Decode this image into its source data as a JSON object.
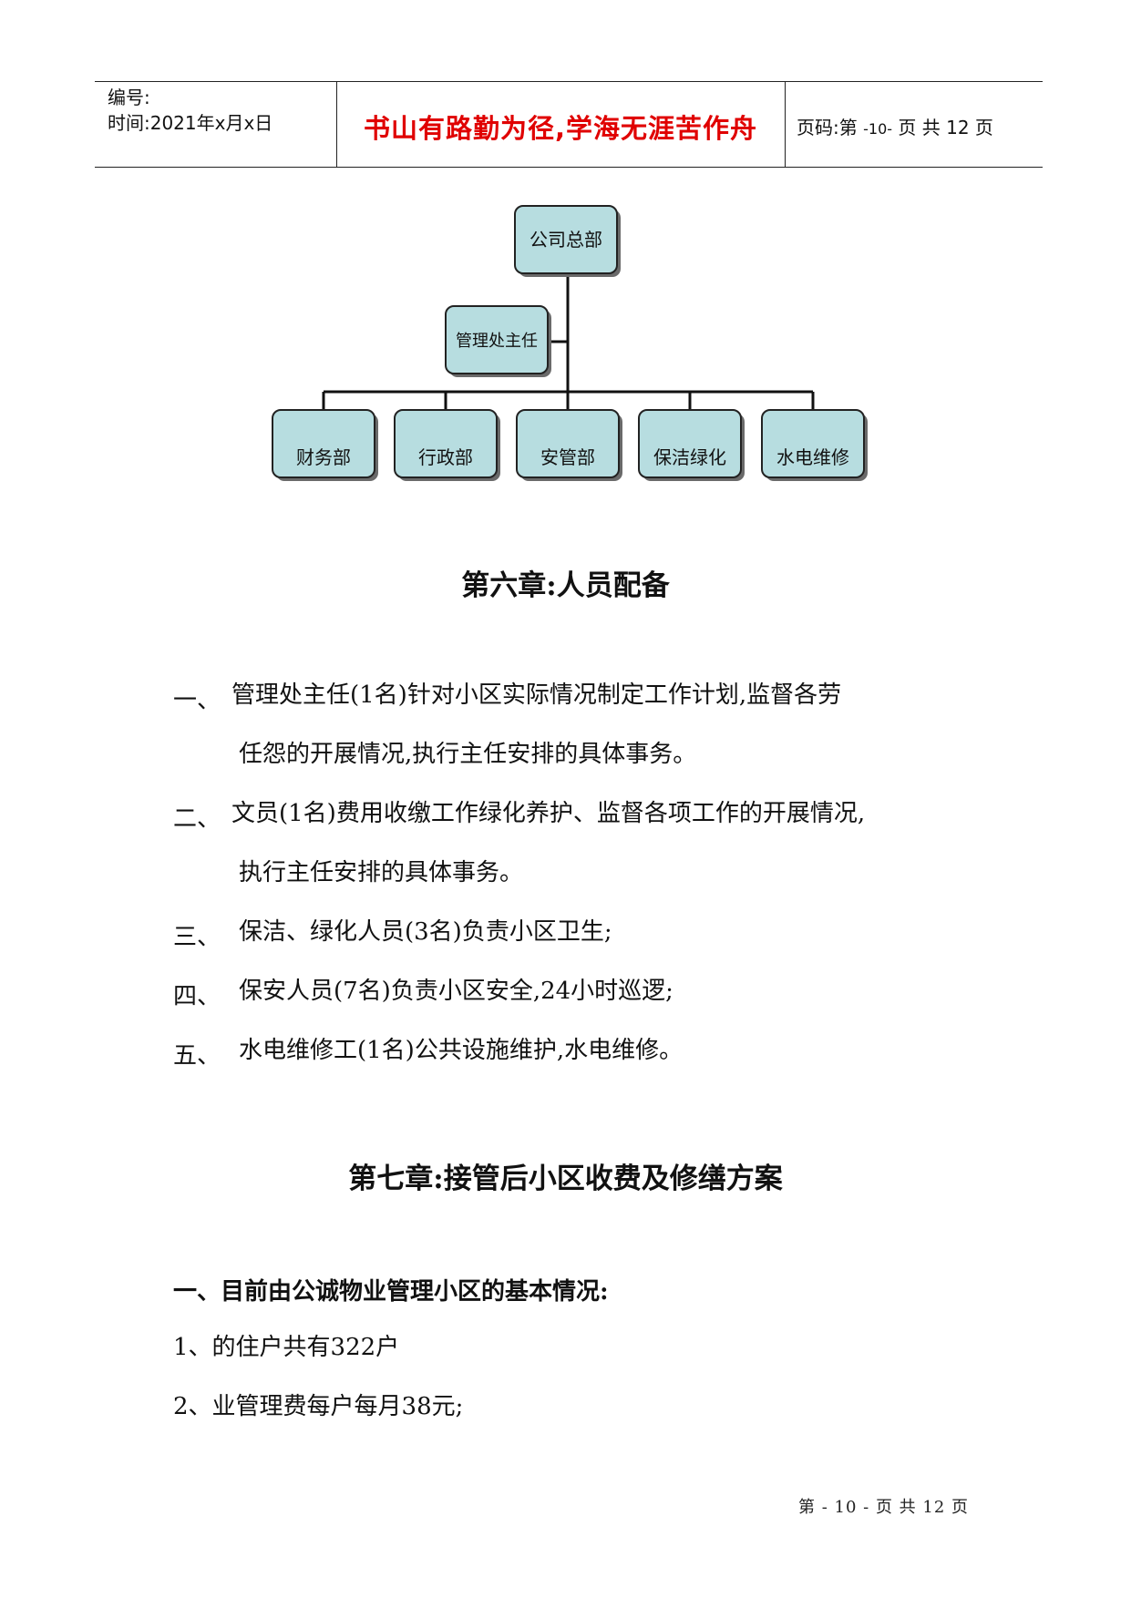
{
  "header": {
    "serial_label": "编号:",
    "time_label": "时间:2021年x月x日",
    "motto": "书山有路勤为径,学海无涯苦作舟",
    "page_prefix": "页码:第",
    "page_num": "-10-",
    "page_mid": "页 共",
    "page_total": "12",
    "page_suffix": "页"
  },
  "org_chart": {
    "root": "公司总部",
    "assistant": "管理处主任",
    "departments": [
      "财务部",
      "行政部",
      "安管部",
      "保洁绿化",
      "水电维修"
    ]
  },
  "chapter6": {
    "title": "第六章:人员配备",
    "items": [
      {
        "num": "一、",
        "lines": [
          "管理处主任(1名)针对小区实际情况制定工作计划,监督各劳",
          "任怨的开展情况,执行主任安排的具体事务。"
        ]
      },
      {
        "num": "二、",
        "lines": [
          "文员(1名)费用收缴工作绿化养护、监督各项工作的开展情况,",
          "执行主任安排的具体事务。"
        ]
      },
      {
        "num": "三、",
        "lines": [
          "保洁、绿化人员(3名)负责小区卫生;"
        ]
      },
      {
        "num": "四、",
        "lines": [
          "保安人员(7名)负责小区安全,24小时巡逻;"
        ]
      },
      {
        "num": "五、",
        "lines": [
          "水电维修工(1名)公共设施维护,水电维修。"
        ]
      }
    ]
  },
  "chapter7": {
    "title": "第七章:接管后小区收费及修缮方案",
    "section1": "一、目前由公诚物业管理小区的基本情况:",
    "items": [
      "1、的住户共有322户",
      "2、业管理费每户每月38元;"
    ]
  },
  "footer": {
    "text": "第 - 10 - 页 共 12 页"
  }
}
